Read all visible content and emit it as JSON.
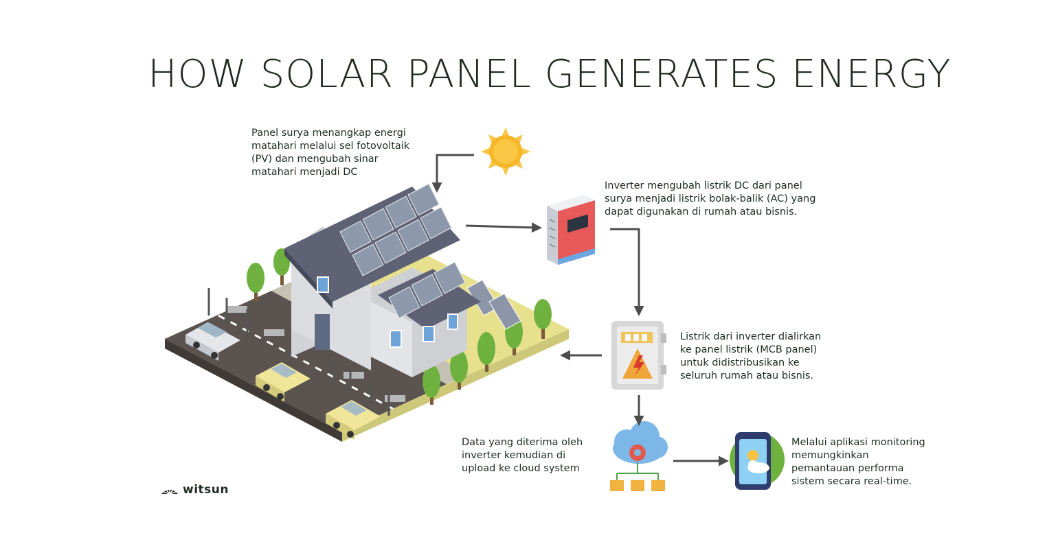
{
  "title": "HOW SOLAR PANEL GENERATES ENERGY",
  "steps": {
    "solar_panel": "Panel surya menangkap energi\nmatahari melalui sel fotovoltaik\n(PV) dan mengubah sinar\nmatahari menjadi DC",
    "inverter": "Inverter mengubah listrik DC dari panel\nsurya menjadi listrik bolak-balik (AC) yang\ndapat digunakan di rumah atau bisnis.",
    "mcb_panel": "Listrik dari inverter dialirkan\nke panel listrik (MCB panel)\nuntuk didistribusikan ke\nseluruh rumah atau bisnis.",
    "cloud": "Data yang diterima oleh\ninverter kemudian di\nupload ke cloud system",
    "monitoring": "Melalui aplikasi monitoring\nmemungkinkan\npemantauan performa\nsistem secara real-time."
  },
  "brand": {
    "name": "witsun"
  },
  "colors": {
    "arrow": "#4d4d4d",
    "ground": "#e7e18e",
    "road": "#5a5350",
    "roof": "#5f6275",
    "wall": "#d9dadd",
    "tree": "#6fb13f",
    "sun": "#f6b628",
    "inverter": "#e85959",
    "panel_box": "#d7d7d7",
    "cloud": "#7cb7e8",
    "phone": "#2f3d6e"
  },
  "icons": [
    "sun-icon",
    "inverter-icon",
    "mcb-panel-icon",
    "cloud-gear-icon",
    "phone-app-icon",
    "house-illustration",
    "witsun-logo-icon"
  ]
}
